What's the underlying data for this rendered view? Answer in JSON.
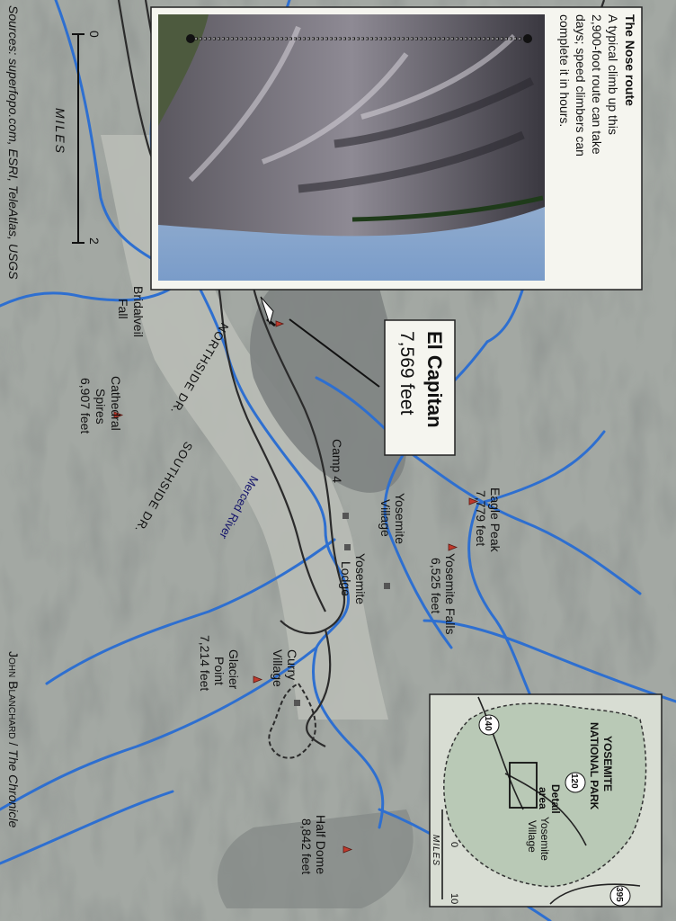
{
  "sources": "Sources: superfopo.com, ESRI, TeleAtlas, USGS",
  "credit": {
    "author": "John Blanchard",
    "publication": "The Chronicle"
  },
  "scale": {
    "start": "0",
    "end": "2",
    "unit": "MILES"
  },
  "callout_route": {
    "title": "The Nose route",
    "lines": [
      "A typical climb up this",
      "2,900-foot route can take",
      "days; speed climbers can",
      "complete it in hours."
    ]
  },
  "callout_peak": {
    "name": "El Capitan",
    "elevation": "7,569 feet"
  },
  "places": {
    "bridalveil": [
      "Bridalveil",
      "Fall"
    ],
    "cathedral": [
      "Cathedral",
      "Spires",
      "6,907 feet"
    ],
    "camp4": "Camp 4",
    "eagle": [
      "Eagle Peak",
      "7,779 feet"
    ],
    "village": [
      "Yosemite",
      "Village"
    ],
    "falls": [
      "Yosemite Falls",
      "6,525 feet"
    ],
    "lodge": [
      "Yosemite",
      "Lodge"
    ],
    "glacier": [
      "Glacier",
      "Point",
      "7,214 feet"
    ],
    "curry": [
      "Curry",
      "Village"
    ],
    "halfdome": [
      "Half Dome",
      "8,842 feet"
    ]
  },
  "roads": {
    "north": "NORTHSIDE DR.",
    "south": "SOUTHSIDE DR.",
    "river": "Merced River"
  },
  "inset": {
    "title": [
      "YOSEMITE",
      "NATIONAL PARK"
    ],
    "detail": [
      "Detail",
      "area"
    ],
    "village": [
      "Yosemite",
      "Village"
    ],
    "highways": [
      "140",
      "120",
      "395"
    ],
    "scale": {
      "start": "0",
      "end": "10",
      "unit": "MILES"
    }
  },
  "colors": {
    "terrain": "#9fa4a0",
    "river": "#2e6fd0",
    "road": "#2b2b2b",
    "marker": "#c0392b",
    "inset_bg": "#b9c9b6",
    "box_bg": "#f5f5ef"
  }
}
